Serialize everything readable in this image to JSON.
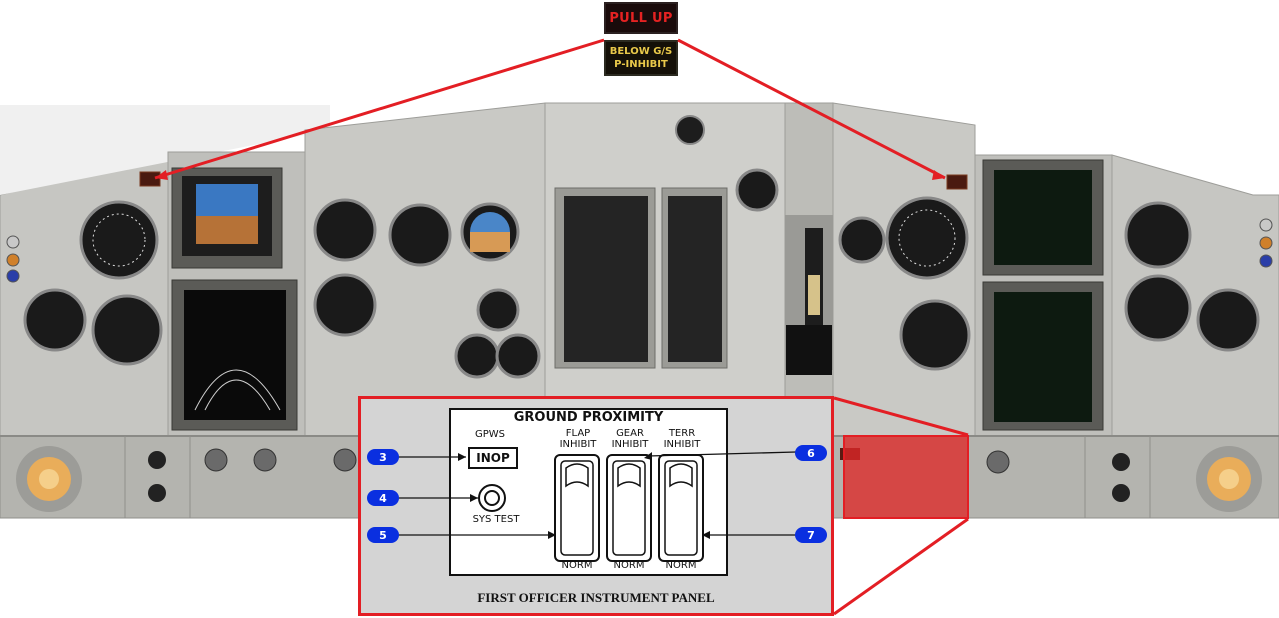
{
  "annunciators": {
    "pull_up": "PULL UP",
    "below_gs_line1": "BELOW G/S",
    "below_gs_line2": "P-INHIBIT"
  },
  "ground_proximity": {
    "title": "GROUND PROXIMITY",
    "gpws_label": "GPWS",
    "inop_label": "INOP",
    "sys_test_label": "SYS TEST",
    "switches": [
      {
        "label_line1": "FLAP",
        "label_line2": "INHIBIT",
        "position": "NORM"
      },
      {
        "label_line1": "GEAR",
        "label_line2": "INHIBIT",
        "position": "NORM"
      },
      {
        "label_line1": "TERR",
        "label_line2": "INHIBIT",
        "position": "NORM"
      }
    ]
  },
  "callouts": [
    "3",
    "4",
    "5",
    "6",
    "7"
  ],
  "panel_caption": "FIRST OFFICER INSTRUMENT PANEL",
  "colors": {
    "callout_border": "#e31e24",
    "badge": "#0a2fe0",
    "pull_up_text": "#e52222",
    "below_gs_text": "#e9c94a"
  }
}
